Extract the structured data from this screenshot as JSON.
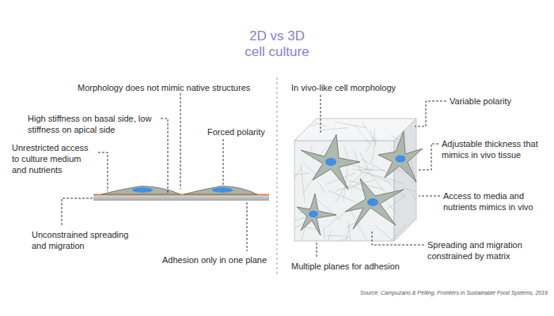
{
  "diagram": {
    "title": "2D vs 3D cell culture",
    "caption": "Source: Campuzano & Pelling, Frontiers in Sustainable Food Systems, 2019",
    "labels": [
      "Morphology does not mimic native structures",
      "High stiffness on basal side, low stiffness on apical side",
      "Forced polarity",
      "Unrestricted access to culture medium and nutrients",
      "Unconstrained spreading and migration",
      "Adhesion only in one plane",
      "In vivo-like cell morphology",
      "Variable polarity",
      "Adjustable thickness that mimics in vivo tissue",
      "Access to media and nutrients mimics in vivo",
      "Spreading and migration constrained by matrix",
      "Multiple planes for adhesion"
    ]
  }
}
